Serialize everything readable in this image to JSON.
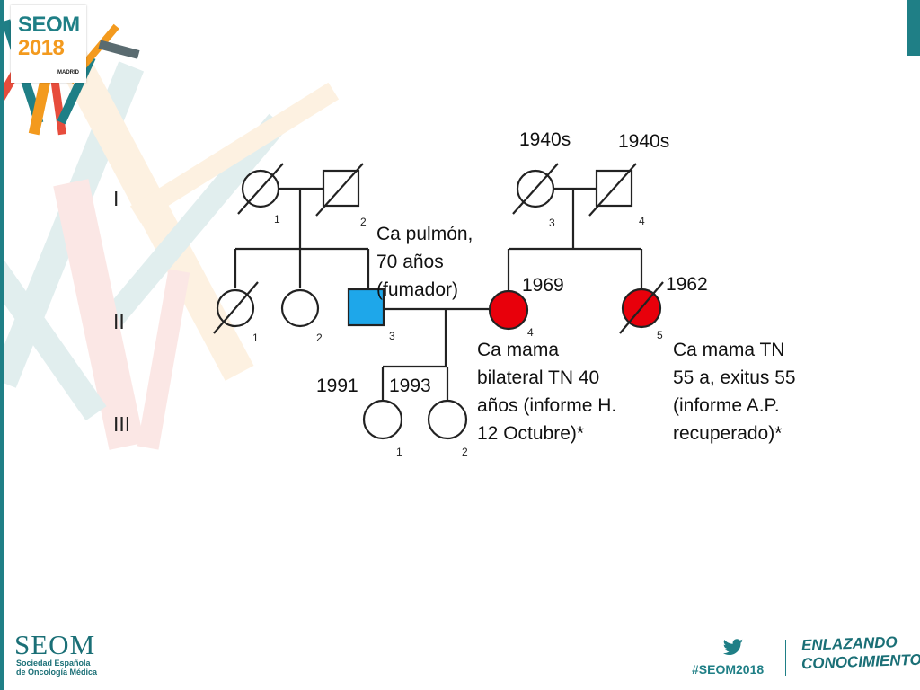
{
  "slide": {
    "logo": {
      "brand": "SEOM",
      "year": "2018",
      "city": "MADRID"
    },
    "footer": {
      "org": "SEOM",
      "org_line1": "Sociedad Española",
      "org_line2": "de Oncología Médica",
      "hashtag": "#SEOM2018",
      "slogan_line1": "ENLAZANDO",
      "slogan_line2": "CONOCIMIENTO"
    },
    "colors": {
      "teal": "#1f7f86",
      "affected_red": "#e8000b",
      "proband_blue": "#1ea7ea"
    }
  },
  "pedigree": {
    "generations": [
      "I",
      "II",
      "III"
    ],
    "individuals": [
      {
        "id": "I-1",
        "index": "1",
        "sex": "female",
        "deceased": true,
        "affected": false
      },
      {
        "id": "I-2",
        "index": "2",
        "sex": "male",
        "deceased": true,
        "affected": false
      },
      {
        "id": "I-3",
        "index": "3",
        "sex": "female",
        "deceased": true,
        "affected": false,
        "birth": "1940s"
      },
      {
        "id": "I-4",
        "index": "4",
        "sex": "male",
        "deceased": true,
        "affected": false,
        "birth": "1940s"
      },
      {
        "id": "II-1",
        "index": "1",
        "sex": "female",
        "deceased": true,
        "affected": false
      },
      {
        "id": "II-2",
        "index": "2",
        "sex": "female",
        "deceased": false,
        "affected": false
      },
      {
        "id": "II-3",
        "index": "3",
        "sex": "male",
        "deceased": false,
        "affected": true,
        "note": "Ca pulmón,\n70 años\n(fumador)"
      },
      {
        "id": "II-4",
        "index": "4",
        "sex": "female",
        "deceased": false,
        "affected": true,
        "birth": "1969",
        "note": "Ca mama\nbilateral TN 40\naños (informe H.\n12 Octubre)*"
      },
      {
        "id": "II-5",
        "index": "5",
        "sex": "female",
        "deceased": true,
        "affected": true,
        "birth": "1962",
        "note": "Ca mama TN\n55 a, exitus 55\n(informe A.P.\nrecuperado)*"
      },
      {
        "id": "III-1",
        "index": "1",
        "sex": "female",
        "deceased": false,
        "affected": false,
        "birth": "1991"
      },
      {
        "id": "III-2",
        "index": "2",
        "sex": "female",
        "deceased": false,
        "affected": false,
        "birth": "1993"
      }
    ]
  }
}
